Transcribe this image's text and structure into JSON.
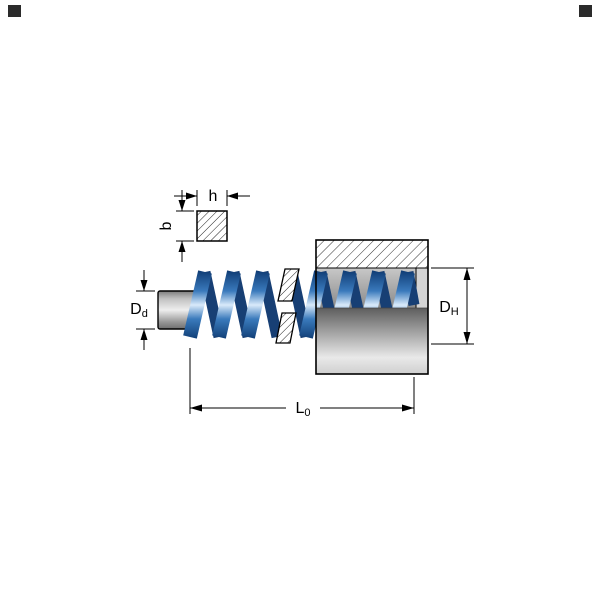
{
  "diagram": {
    "type": "technical-drawing",
    "subject": "die spring in housing bore with guide rod",
    "dimensions": {
      "h": {
        "label": "h"
      },
      "b": {
        "label": "b"
      },
      "dd": {
        "main": "D",
        "sub": "d"
      },
      "dh": {
        "main": "D",
        "sub": "H"
      },
      "l0": {
        "main": "L",
        "sub": "0"
      }
    },
    "colors": {
      "spring_blue": "#3a7abc",
      "spring_blue_dark": "#0e3b73",
      "spring_highlight": "#d9eafa",
      "metal_gray": "#9a9a9a",
      "line_black": "#000000",
      "background": "#ffffff"
    }
  }
}
